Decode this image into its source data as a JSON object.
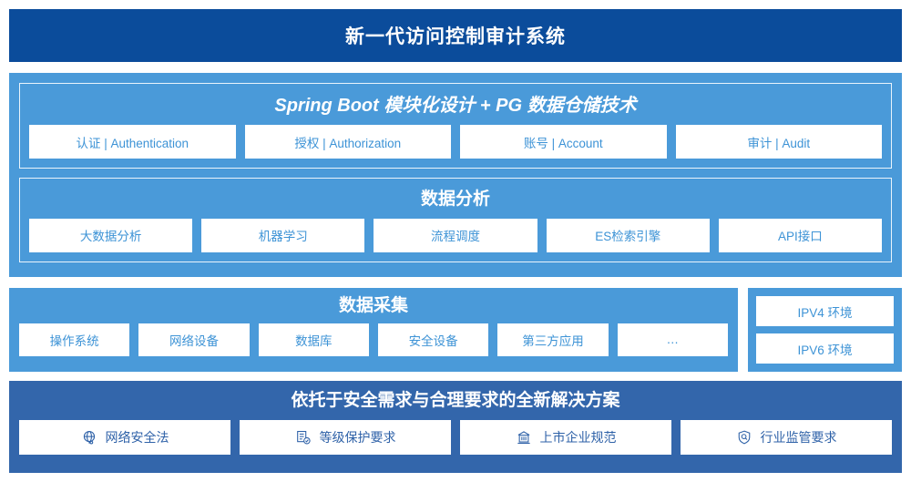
{
  "header": {
    "title": "新一代访问控制审计系统",
    "bg_color": "#0b4c9b"
  },
  "colors": {
    "navy": "#0b4c9b",
    "light_blue": "#4a9ad9",
    "mid_blue": "#3366ab",
    "chip_text": "#3d93d6",
    "chip_text_dark": "#2f62a8",
    "chip_bg": "#ffffff"
  },
  "sections": {
    "platform": {
      "heading": "Spring Boot 模块化设计 + PG 数据仓储技术",
      "items": [
        {
          "label": "认证 | Authentication"
        },
        {
          "label": "授权 | Authorization"
        },
        {
          "label": "账号 | Account"
        },
        {
          "label": "审计 | Audit"
        }
      ]
    },
    "analysis": {
      "heading": "数据分析",
      "items": [
        {
          "label": "大数据分析"
        },
        {
          "label": "机器学习"
        },
        {
          "label": "流程调度"
        },
        {
          "label": "ES检索引擎"
        },
        {
          "label": "API接口"
        }
      ]
    },
    "collection": {
      "heading": "数据采集",
      "items": [
        {
          "label": "操作系统"
        },
        {
          "label": "网络设备"
        },
        {
          "label": "数据库"
        },
        {
          "label": "安全设备"
        },
        {
          "label": "第三方应用"
        },
        {
          "label": "…"
        }
      ]
    },
    "environment": {
      "items": [
        {
          "label": "IPV4 环境"
        },
        {
          "label": "IPV6 环境"
        }
      ]
    },
    "compliance": {
      "heading": "依托于安全需求与合理要求的全新解决方案",
      "items": [
        {
          "label": "网络安全法",
          "icon": "globe-network-icon"
        },
        {
          "label": "等级保护要求",
          "icon": "document-check-icon"
        },
        {
          "label": "上市企业规范",
          "icon": "bank-building-icon"
        },
        {
          "label": "行业监管要求",
          "icon": "shield-search-icon"
        }
      ]
    }
  }
}
